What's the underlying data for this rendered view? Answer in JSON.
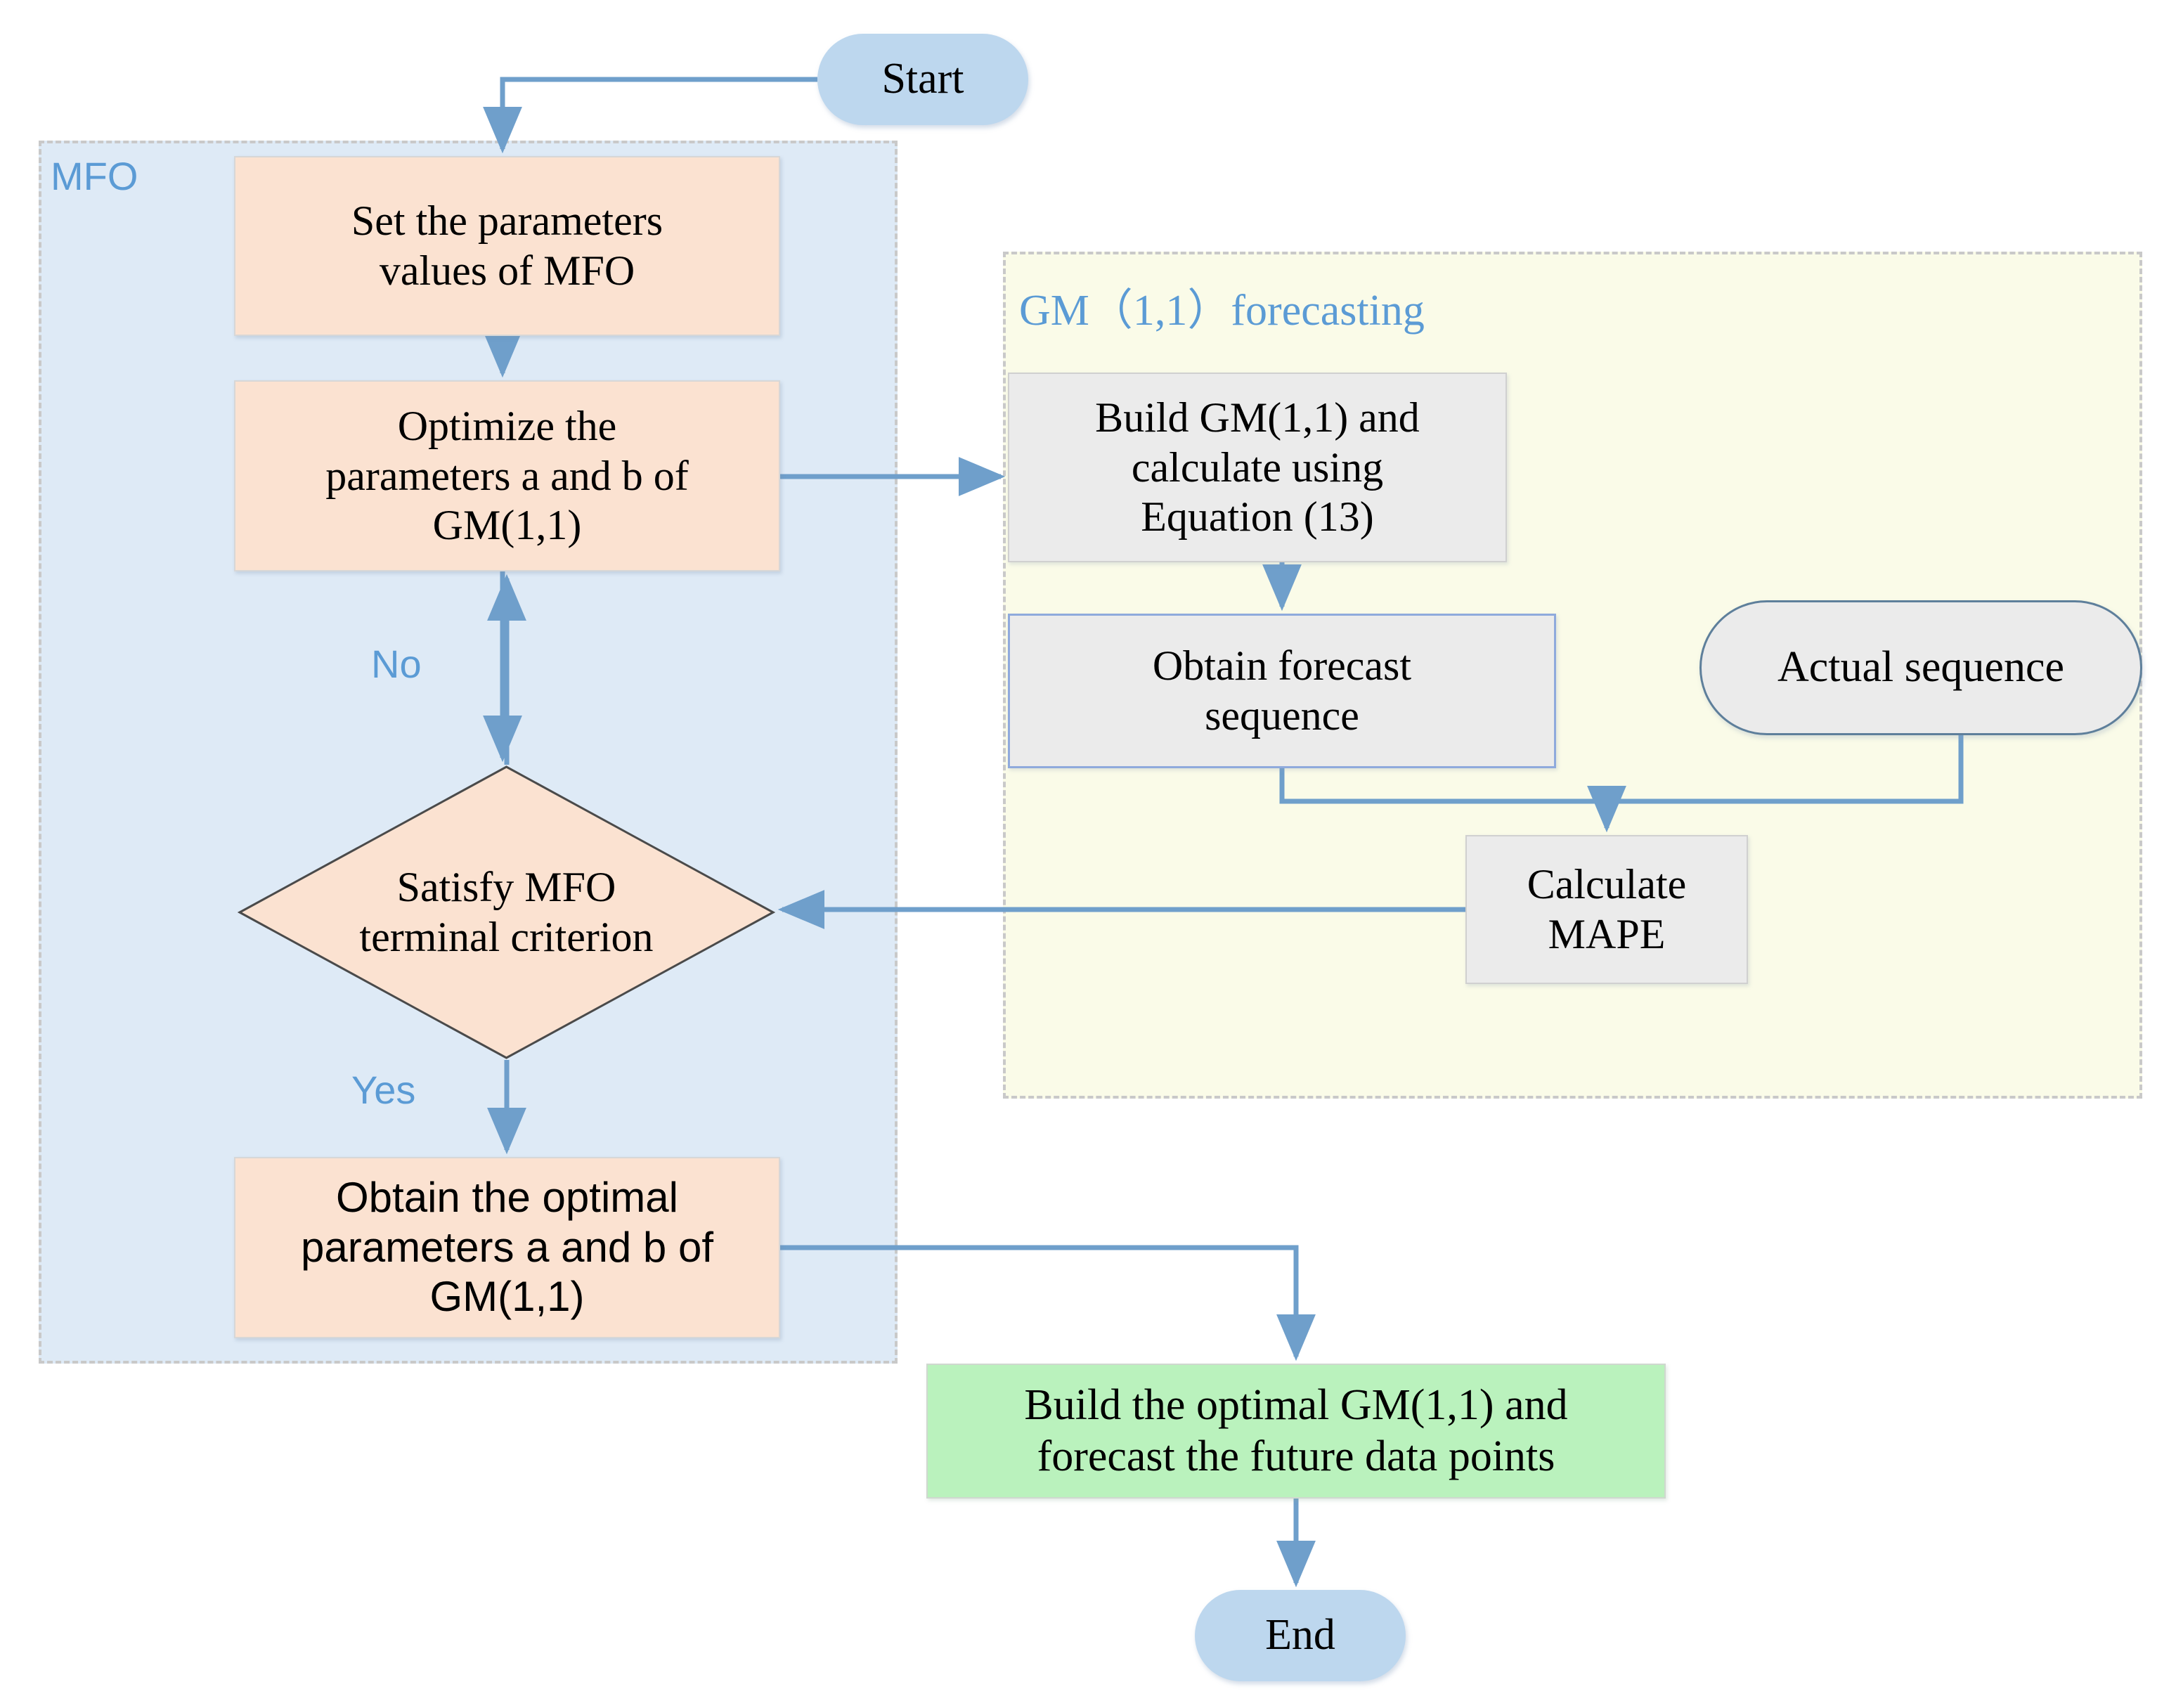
{
  "diagram": {
    "title": "MFO-optimized GM(1,1) forecasting flowchart",
    "type": "flowchart"
  },
  "groups": [
    {
      "id": "mfo",
      "label": "MFO",
      "fill": "#DEEAF6",
      "border": "#C9C9C9",
      "label_color": "#5B9BD5"
    },
    {
      "id": "gm",
      "label": "GM（1,1）forecasting",
      "fill": "#FAFBE8",
      "border": "#C9C9C9",
      "label_color": "#5B9BD5"
    }
  ],
  "nodes": {
    "start": {
      "label": "Start",
      "shape": "terminal",
      "fill": "#BDD7EE"
    },
    "set_params": {
      "line1": "Set the parameters",
      "line2": "values of MFO",
      "shape": "process",
      "fill": "#FBE2D1"
    },
    "optimize": {
      "line1": "Optimize the",
      "line2": "parameters a and b of",
      "line3": "GM(1,1)",
      "shape": "process",
      "fill": "#FBE2D1"
    },
    "decision": {
      "line1": "Satisfy MFO",
      "line2": "terminal criterion",
      "shape": "decision",
      "fill": "#FBE2D1"
    },
    "obtain_opt": {
      "line1": "Obtain the optimal",
      "line2": "parameters a and b of",
      "line3": "GM(1,1)",
      "shape": "process",
      "fill": "#FBE2D1"
    },
    "build_gm": {
      "line1": "Build GM(1,1) and",
      "line2": "calculate using",
      "line3": "Equation (13)",
      "shape": "process",
      "fill": "#EBEBEB"
    },
    "obtain_fc": {
      "line1": "Obtain forecast",
      "line2": "sequence",
      "shape": "process",
      "fill": "#EBEBEB"
    },
    "actual_seq": {
      "label": "Actual sequence",
      "shape": "terminal",
      "fill": "#EBEBEB"
    },
    "calc_mape": {
      "line1": "Calculate",
      "line2": "MAPE",
      "shape": "process",
      "fill": "#EBEBEB"
    },
    "build_final": {
      "line1": "Build the optimal GM(1,1) and",
      "line2": "forecast the future data points",
      "shape": "process",
      "fill": "#BAF2BD"
    },
    "end": {
      "label": "End",
      "shape": "terminal",
      "fill": "#BDD7EE"
    }
  },
  "branch_labels": {
    "no": "No",
    "yes": "Yes"
  },
  "edges": [
    {
      "from": "start",
      "to": "set_params"
    },
    {
      "from": "set_params",
      "to": "optimize"
    },
    {
      "from": "optimize",
      "to": "build_gm"
    },
    {
      "from": "optimize",
      "to": "decision"
    },
    {
      "from": "build_gm",
      "to": "obtain_fc"
    },
    {
      "from": "obtain_fc",
      "to": "calc_mape"
    },
    {
      "from": "actual_seq",
      "to": "calc_mape"
    },
    {
      "from": "calc_mape",
      "to": "decision"
    },
    {
      "from": "decision",
      "to": "optimize",
      "label": "No"
    },
    {
      "from": "decision",
      "to": "obtain_opt",
      "label": "Yes"
    },
    {
      "from": "obtain_opt",
      "to": "build_final"
    },
    {
      "from": "build_final",
      "to": "end"
    }
  ],
  "colors": {
    "edge": "#6F9FCB",
    "orange_fill": "#FBE2D1",
    "gray_fill": "#EBEBEB",
    "green_fill": "#BAF2BD",
    "blue_terminal": "#BDD7EE",
    "group_label": "#5B9BD5"
  }
}
